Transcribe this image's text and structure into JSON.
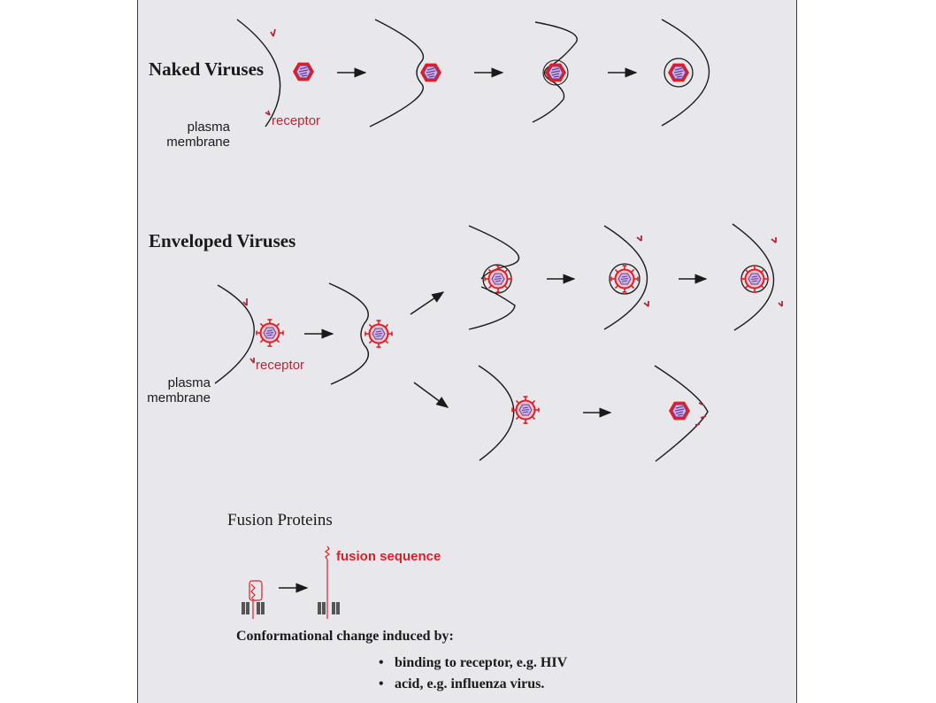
{
  "colors": {
    "virus_red": "#e01e26",
    "virus_purple": "#6a3fa0",
    "receptor_red": "#b22a3a",
    "panel_bg": "#e8e8ec"
  },
  "naked": {
    "title": "Naked Viruses",
    "membrane_label": "plasma\nmembrane",
    "receptor_label": "receptor"
  },
  "enveloped": {
    "title": "Enveloped Viruses",
    "membrane_label": "plasma\nmembrane",
    "receptor_label": "receptor"
  },
  "fusion": {
    "title": "Fusion Proteins",
    "sequence_label": "fusion sequence",
    "change_heading": "Conformational change induced by:",
    "bullets": [
      "binding to receptor, e.g. HIV",
      "acid, e.g. influenza virus."
    ]
  }
}
